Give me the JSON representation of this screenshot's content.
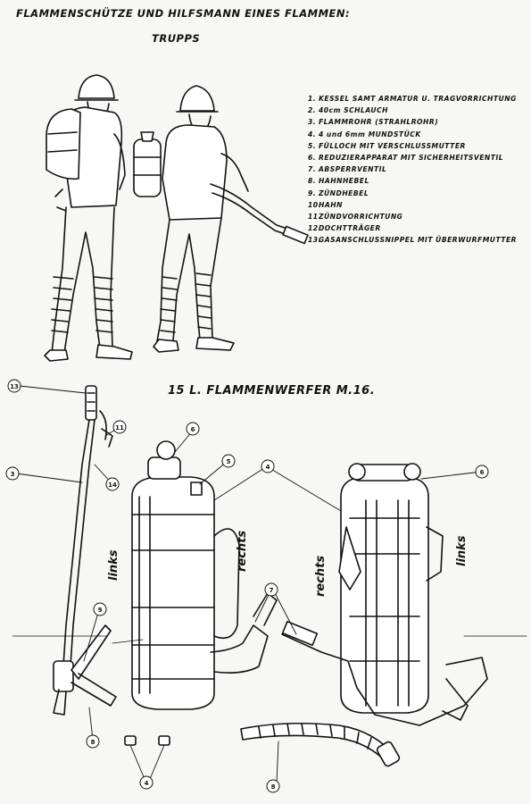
{
  "title": {
    "line1": "FLAMMENSCHÜTZE UND HILFSMANN EINES FLAMMEN:",
    "line2": "TRUPPS"
  },
  "legend": [
    {
      "num": "1.",
      "text": "KESSEL SAMT ARMATUR U. TRAGVORRICHTUNG"
    },
    {
      "num": "2.",
      "text": "40cm SCHLAUCH"
    },
    {
      "num": "3.",
      "text": "FLAMMROHR (STRAHLROHR)"
    },
    {
      "num": "4.",
      "text": "4 und 6mm MUNDSTÜCK"
    },
    {
      "num": "5.",
      "text": "FÜLLOCH MIT VERSCHLUSSMUTTER"
    },
    {
      "num": "6.",
      "text": "REDUZIERAPPARAT MIT SICHERHEITSVENTIL"
    },
    {
      "num": "7.",
      "text": "ABSPERRVENTIL"
    },
    {
      "num": "8.",
      "text": "HAHNHEBEL"
    },
    {
      "num": "9.",
      "text": "ZÜNDHEBEL"
    },
    {
      "num": "10.",
      "text": "HAHN"
    },
    {
      "num": "11.",
      "text": "ZÜNDVORRICHTUNG"
    },
    {
      "num": "12.",
      "text": "DOCHTTRÄGER"
    },
    {
      "num": "13.",
      "text": "GASANSCHLUSSNIPPEL MIT ÜBERWURFMUTTER"
    }
  ],
  "subtitle": "15 L. FLAMMENWERFER M.16.",
  "side_labels": {
    "left_links": "links",
    "left_rechts": "rechts",
    "right_rechts": "rechts",
    "right_links": "links"
  },
  "callouts": [
    "13",
    "11",
    "3",
    "14",
    "9",
    "8",
    "6",
    "5",
    "4",
    "7",
    "4",
    "8",
    "6"
  ]
}
